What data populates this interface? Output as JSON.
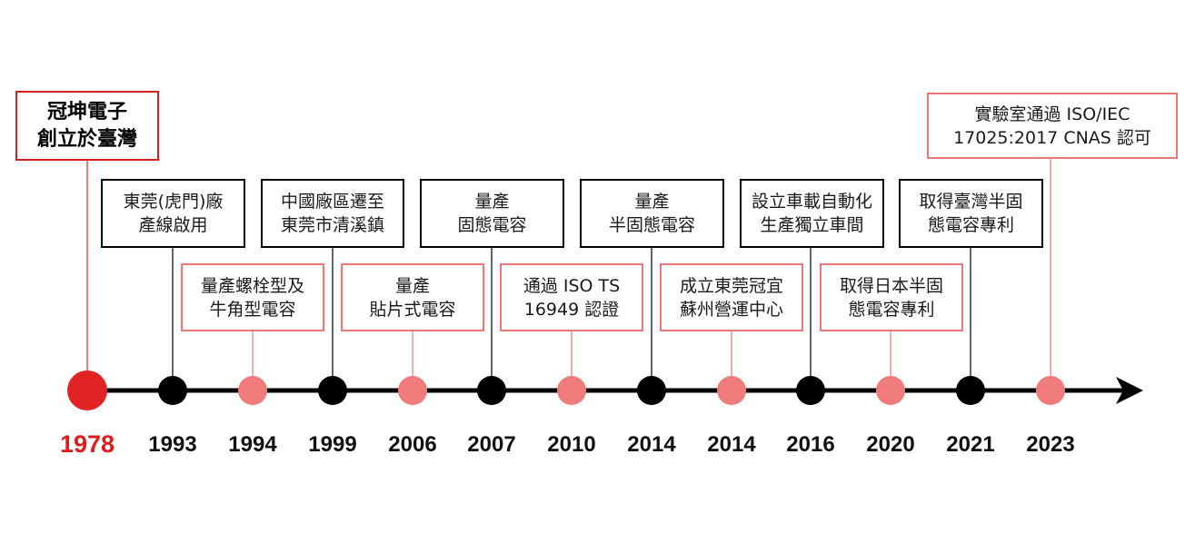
{
  "colors": {
    "line": "#000000",
    "origin": "#e02424",
    "black_dot": "#000000",
    "pink_dot": "#ef7b7b",
    "pink_border": "#ec7777",
    "origin_year": "#e01b1b"
  },
  "events": [
    {
      "year": "1978",
      "text": "冠坤電子\n創立於臺灣",
      "kind": "origin"
    },
    {
      "year": "1993",
      "text": "東莞(虎門)廠\n產線啟用",
      "kind": "black"
    },
    {
      "year": "1994",
      "text": "量產螺栓型及\n牛角型電容",
      "kind": "pink"
    },
    {
      "year": "1999",
      "text": "中國廠區遷至\n東莞市清溪鎮",
      "kind": "black"
    },
    {
      "year": "2006",
      "text": "量產\n貼片式電容",
      "kind": "pink"
    },
    {
      "year": "2007",
      "text": "量產\n固態電容",
      "kind": "black"
    },
    {
      "year": "2010",
      "text": "通過 ISO TS\n16949 認證",
      "kind": "pink"
    },
    {
      "year": "2014",
      "text": "量產\n半固態電容",
      "kind": "black"
    },
    {
      "year": "2014",
      "text": "成立東莞冠宜\n蘇州營運中心",
      "kind": "pink"
    },
    {
      "year": "2016",
      "text": "設立車載自動化\n生產獨立車間",
      "kind": "black"
    },
    {
      "year": "2020",
      "text": "取得日本半固\n態電容專利",
      "kind": "pink"
    },
    {
      "year": "2021",
      "text": "取得臺灣半固\n態電容專利",
      "kind": "black"
    },
    {
      "year": "2023",
      "text": "實驗室通過 ISO/IEC\n17025:2017 CNAS 認可",
      "kind": "pink"
    }
  ]
}
